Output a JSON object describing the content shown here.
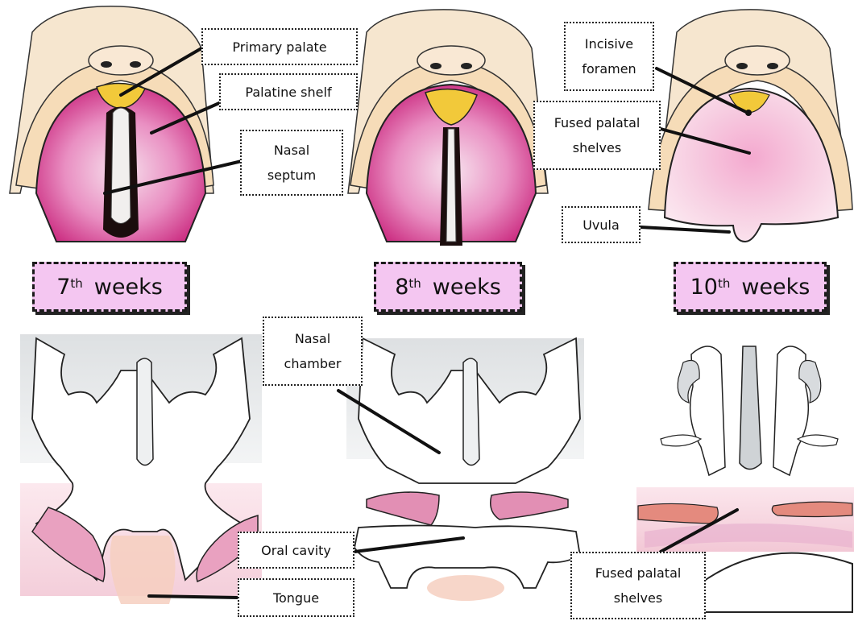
{
  "weeks": [
    {
      "num": "7",
      "sup": "th",
      "word": "weeks"
    },
    {
      "num": "8",
      "sup": "th",
      "word": "weeks"
    },
    {
      "num": "10",
      "sup": "th",
      "word": "weeks"
    }
  ],
  "labels": {
    "primary_palate": "Primary palate",
    "palatine_shelf": "Palatine shelf",
    "nasal_septum": [
      "Nasal",
      "septum"
    ],
    "incisive_foramen": [
      "Incisive",
      "foramen"
    ],
    "fused_palatal_shelves_top": [
      "Fused palatal",
      "shelves"
    ],
    "uvula": "Uvula",
    "nasal_chamber": [
      "Nasal",
      "chamber"
    ],
    "oral_cavity": "Oral cavity",
    "tongue": "Tongue",
    "fused_palatal_shelves_bottom": [
      "Fused palatal",
      "shelves"
    ]
  },
  "colors": {
    "skin": "#f6dcb8",
    "palate_pink": "#d9368f",
    "primary_palate_yellow": "#f2c93a",
    "week_box": "#f4c6f1",
    "mucosa": "#f3c9d6",
    "nasal_gray": "#d9dcdf"
  }
}
